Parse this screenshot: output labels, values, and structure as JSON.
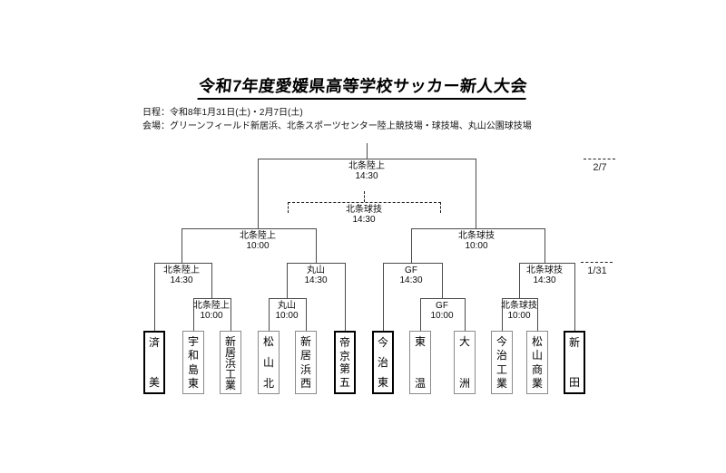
{
  "title": "令和7年度愛媛県高等学校サッカー新人大会",
  "info": {
    "schedule_label": "日程：令和8年1月31日(土)・2月7日(土)",
    "venue_label": "会場：グリーンフィールド新居浜、北条スポーツセンター陸上競技場・球技場、丸山公園球技場"
  },
  "date_markers": {
    "final_day": "2/7",
    "first_day": "1/31"
  },
  "bracket": {
    "final": {
      "venue": "北条陸上",
      "time": "14:30"
    },
    "third_place": {
      "venue": "北条球技",
      "time": "14:30"
    },
    "semifinals": [
      {
        "venue": "北条陸上",
        "time": "10:00"
      },
      {
        "venue": "北条球技",
        "time": "10:00"
      }
    ],
    "quarterfinals": [
      {
        "venue": "北条陸上",
        "time": "14:30"
      },
      {
        "venue": "丸山",
        "time": "14:30"
      },
      {
        "venue": "GF",
        "time": "14:30"
      },
      {
        "venue": "北条球技",
        "time": "14:30"
      }
    ],
    "first_round": [
      {
        "venue": "北条陸上",
        "time": "10:00"
      },
      {
        "venue": "丸山",
        "time": "10:00"
      },
      {
        "venue": "GF",
        "time": "10:00"
      },
      {
        "venue": "北条球技",
        "time": "10:00"
      }
    ]
  },
  "teams": [
    {
      "name": "済美",
      "seeded": true
    },
    {
      "name": "宇和島東",
      "seeded": false
    },
    {
      "name": "新居浜工業",
      "seeded": false
    },
    {
      "name": "松山北",
      "seeded": false
    },
    {
      "name": "新居浜西",
      "seeded": false
    },
    {
      "name": "帝京第五",
      "seeded": true
    },
    {
      "name": "今治東",
      "seeded": true
    },
    {
      "name": "東温",
      "seeded": false
    },
    {
      "name": "大洲",
      "seeded": false
    },
    {
      "name": "今治工業",
      "seeded": false
    },
    {
      "name": "松山商業",
      "seeded": false
    },
    {
      "name": "新田",
      "seeded": true
    }
  ]
}
